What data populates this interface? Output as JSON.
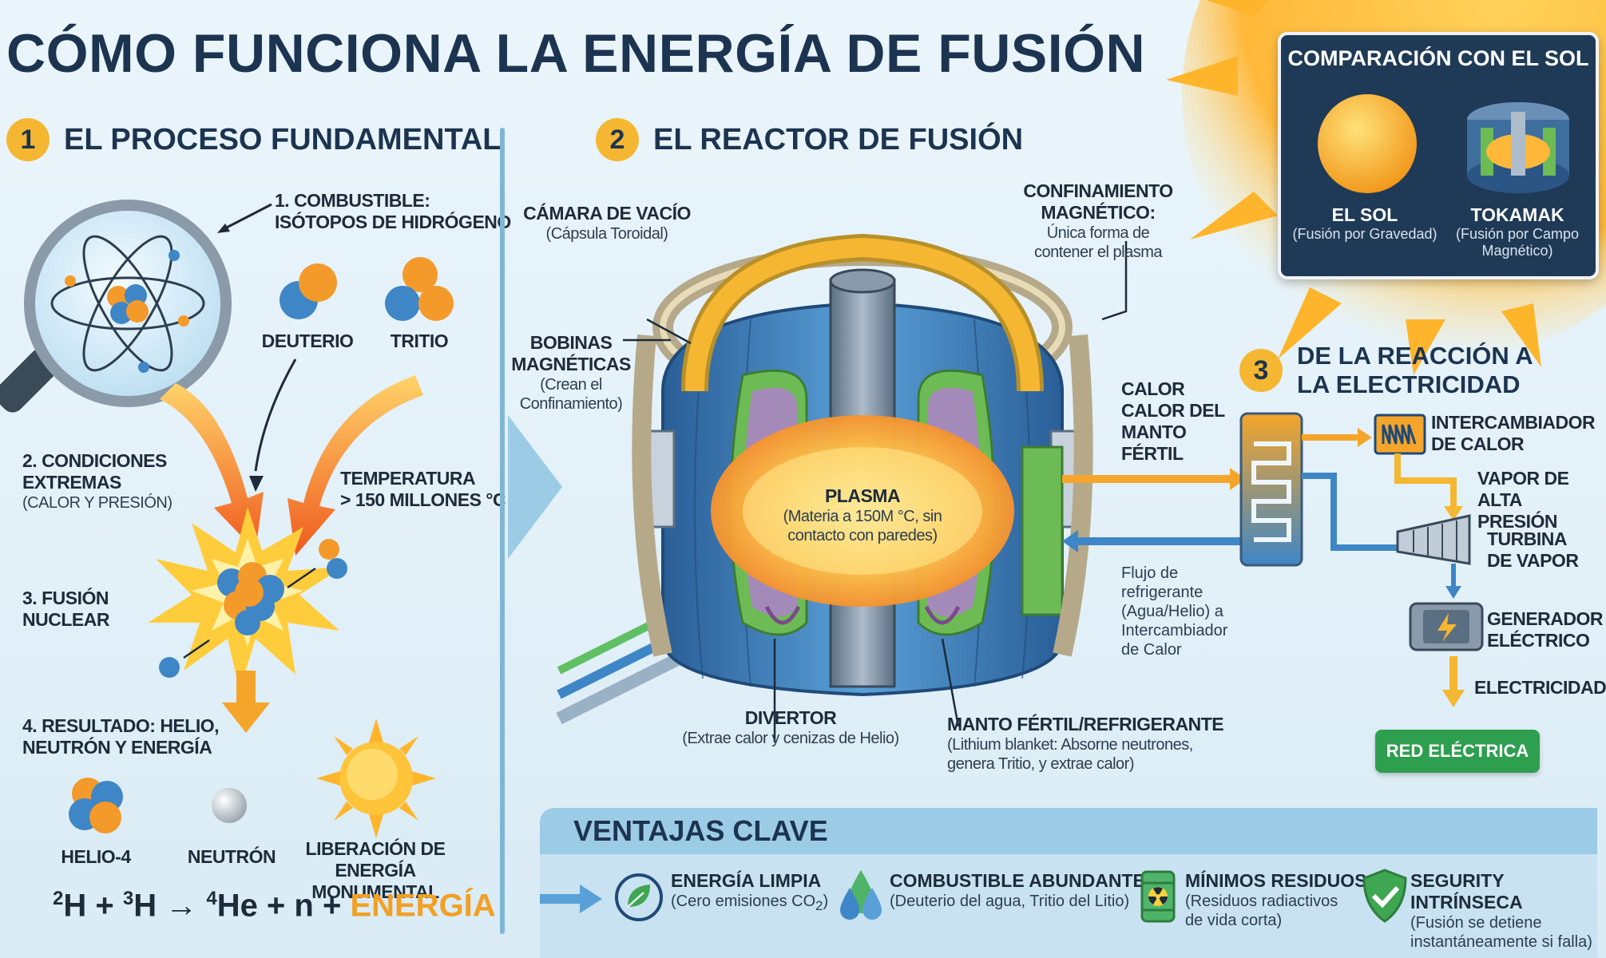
{
  "title": "CÓMO FUNCIONA LA ENERGÍA DE FUSIÓN",
  "section1": {
    "number": "1",
    "heading": "EL PROCESO FUNDAMENTAL",
    "fuel_line1": "1. COMBUSTIBLE:",
    "fuel_line2": "ISÓTOPOS DE HIDRÓGENO",
    "deuterio": "DEUTERIO",
    "tritio": "TRITIO",
    "cond_line1": "2. CONDICIONES",
    "cond_line2": "EXTREMAS",
    "cond_sub": "(CALOR Y PRESIÓN)",
    "temp_line1": "TEMPERATURA",
    "temp_line2": "> 150 MILLONES °C",
    "fusion_line1": "3. FUSIÓN",
    "fusion_line2": "NUCLEAR",
    "result_line1": "4. RESULTADO: HELIO,",
    "result_line2": "NEUTRÓN Y ENERGÍA",
    "helio": "HELIO-4",
    "neutron": "NEUTRÓN",
    "energy_line1": "LIBERACIÓN DE",
    "energy_line2": "ENERGÍA MONUMENTAL",
    "equation": {
      "m1": "2",
      "e1": "H + ",
      "m2": "3",
      "e2": "H → ",
      "m3": "4",
      "e3": "He + n + ",
      "energy": "ENERGÍA"
    }
  },
  "section2": {
    "number": "2",
    "heading": "EL REACTOR DE FUSIÓN",
    "camara": "CÁMARA DE VACÍO",
    "camara_sub": "(Cápsula Toroidal)",
    "conf": "CONFINAMIENTO MAGNÉTICO:",
    "conf_sub1": "Única forma de",
    "conf_sub2": "contener el plasma",
    "bobinas1": "BOBINAS",
    "bobinas2": "MAGNÉTICAS",
    "bobinas_sub1": "(Crean el",
    "bobinas_sub2": "Confinamiento)",
    "plasma": "PLASMA",
    "plasma_sub1": "(Materia a 150M °C, sin",
    "plasma_sub2": "contacto con paredes)",
    "calor1": "CALOR",
    "calor2": "CALOR DEL",
    "calor3": "MANTO",
    "calor4": "FÉRTIL",
    "flujo1": "Flujo de",
    "flujo2": "refrigerante",
    "flujo3": "(Agua/Helio) a",
    "flujo4": "Intercambiador",
    "flujo5": "de Calor",
    "divertor": "DIVERTOR",
    "divertor_sub": "(Extrae calor y cenizas de Helio)",
    "manto": "MANTO FÉRTIL/REFRIGERANTE",
    "manto_sub1": "(Lithium blanket: Absorne neutrones,",
    "manto_sub2": "genera Tritio, y extrae calor)"
  },
  "sun_panel": {
    "heading": "COMPARACIÓN CON EL SOL",
    "sol": "EL SOL",
    "sol_sub": "(Fusión por Gravedad)",
    "tokamak": "TOKAMAK",
    "tokamak_sub1": "(Fusión por Campo",
    "tokamak_sub2": "Magnético)"
  },
  "section3": {
    "number": "3",
    "heading1": "DE LA REACCIÓN A",
    "heading2": "LA ELECTRICIDAD",
    "interc1": "INTERCAMBIADOR",
    "interc2": "DE CALOR",
    "vapor1": "VAPOR DE",
    "vapor2": "ALTA PRESIÓN",
    "turbina1": "TURBINA",
    "turbina2": "DE VAPOR",
    "gen1": "GENERADOR",
    "gen2": "ELÉCTRICO",
    "electricidad": "ELECTRICIDAD",
    "red": "RED ELÉCTRICA"
  },
  "ventajas": {
    "heading": "VENTAJAS CLAVE",
    "items": [
      {
        "title": "ENERGÍA LIMPIA",
        "sub1": "(Cero emisiones CO",
        "sub_sub": "2",
        "sub_end": ")"
      },
      {
        "title": "COMBUSTIBLE ABUNDANTE",
        "sub1": "(Deuterio del agua, Tritio del Litio)"
      },
      {
        "title": "MÍNIMOS RESIDUOS",
        "sub1": "(Residuos radiactivos",
        "sub2": "de vida corta)"
      },
      {
        "title": "SEGURITY INTRÍNSECA",
        "sub1": "(Fusión se detiene",
        "sub2": "instantáneamente si falla)"
      }
    ]
  },
  "colors": {
    "navy": "#1c3450",
    "accent": "#f5b731",
    "energy": "#f2a024",
    "green": "#2e9e4f",
    "blue": "#3e86c6"
  }
}
